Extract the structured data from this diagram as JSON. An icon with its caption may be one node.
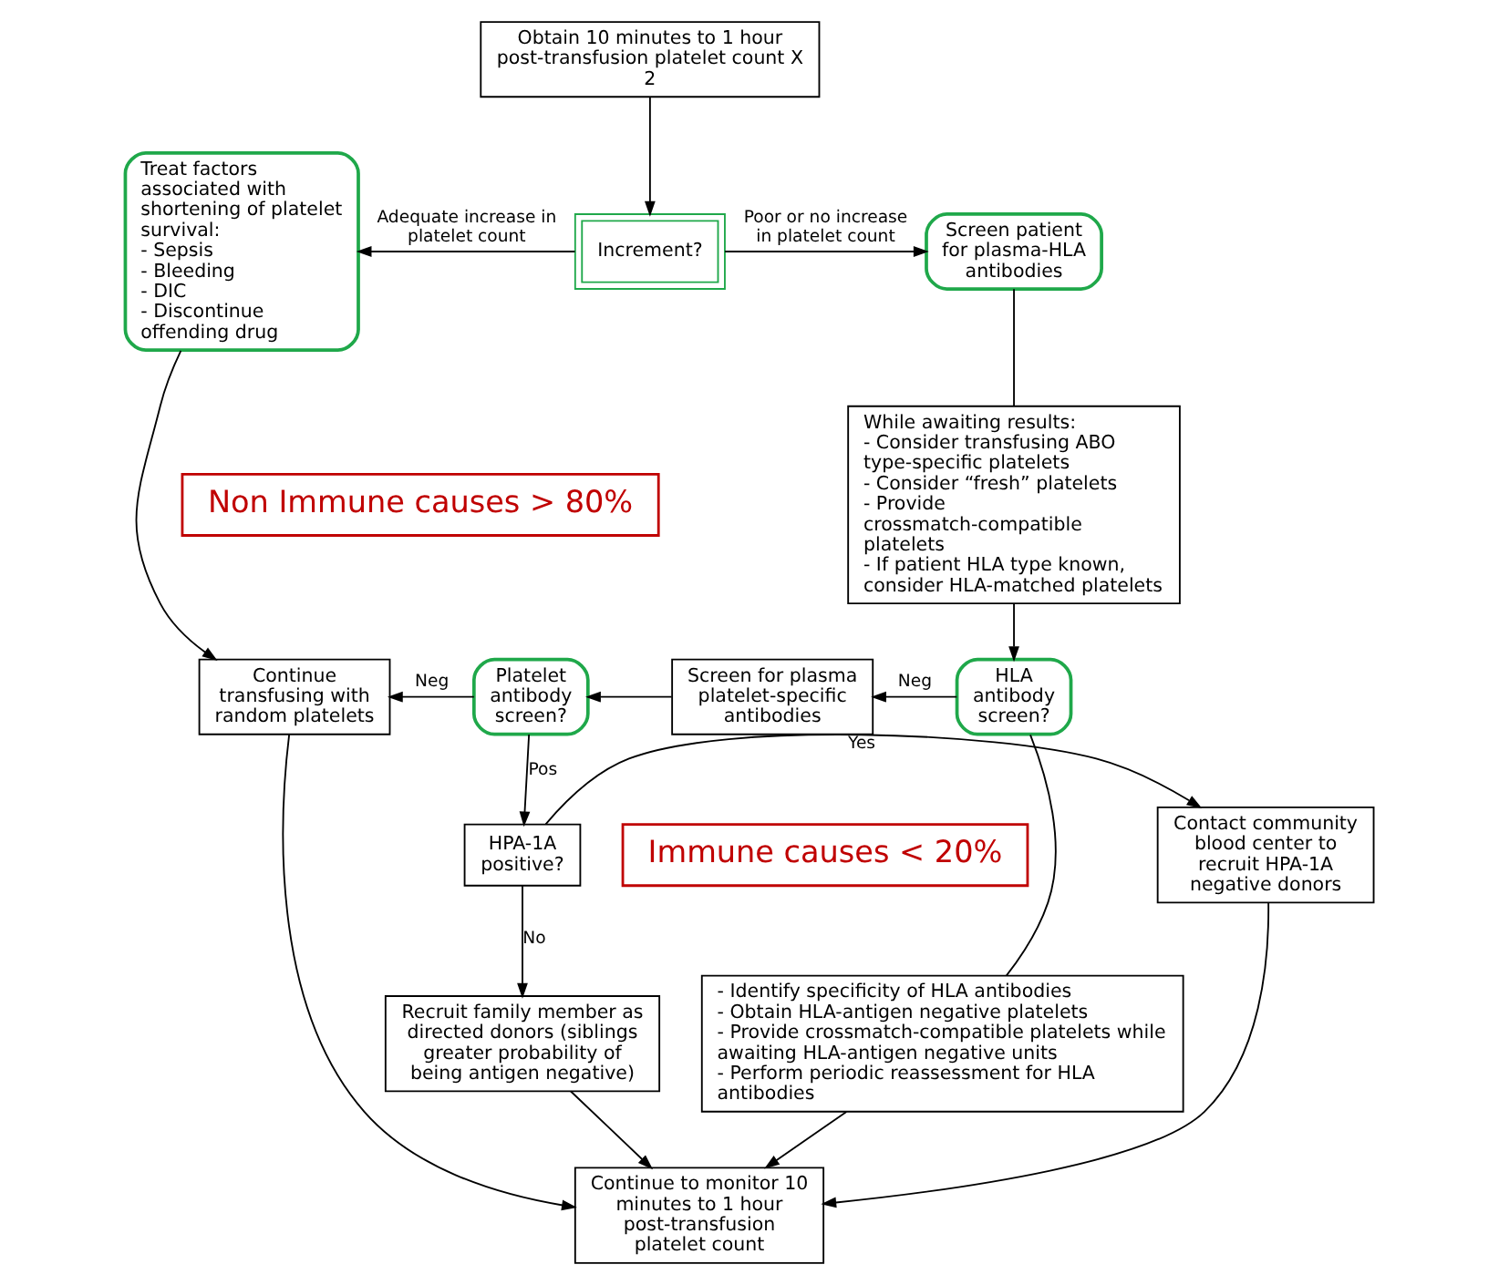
{
  "diagram": {
    "nodes": [
      {
        "text": [
          "Obtain 10 minutes to 1 hour post-transfusion platelet count X 2"
        ]
      },
      {
        "text": [
          "Increment?"
        ]
      },
      {
        "text": [
          "Treat factors associated with shortening of platelet survival:",
          "- Sepsis",
          "- Bleeding",
          "- DIC",
          "- Discontinue offending drug"
        ]
      },
      {
        "text": [
          "Screen patient for plasma-HLA antibodies"
        ]
      },
      {
        "text": [
          "Non Immune causes > 80%"
        ]
      },
      {
        "text": [
          "While awaiting results:",
          "- Consider transfusing ABO type-specific platelets",
          "- Consider “fresh” platelets",
          "- Provide crossmatch-compatible platelets",
          "- If patient HLA type known, consider HLA-matched platelets"
        ]
      },
      {
        "text": [
          "HLA antibody screen?"
        ]
      },
      {
        "text": [
          "Screen for plasma platelet-specific antibodies"
        ]
      },
      {
        "text": [
          "Platelet antibody screen?"
        ]
      },
      {
        "text": [
          "Continue transfusing with random platelets"
        ]
      },
      {
        "text": [
          "Immune causes < 20%"
        ]
      },
      {
        "text": [
          "- Identify specificity of HLA antibodies",
          "- Obtain HLA-antigen negative platelets",
          "- Provide crossmatch-compatible platelets while awaiting HLA-antigen negative units",
          "- Perform periodic reassessment for HLA antibodies"
        ]
      },
      {
        "text": [
          "HPA-1A positive?"
        ]
      },
      {
        "text": [
          "Contact community blood center to recruit HPA-1A negative donors"
        ]
      },
      {
        "text": [
          "Recruit family member as directed donors (siblings greater probability of being antigen negative)"
        ]
      },
      {
        "text": [
          "Continue to monitor 10 minutes to 1 hour post-transfusion platelet count"
        ]
      }
    ],
    "edges": [
      {
        "from": 0,
        "to": 1,
        "arrow": "to"
      },
      {
        "from": 1,
        "to": 2,
        "arrow": "to",
        "label": "Adequate increase in platelet count"
      },
      {
        "from": 1,
        "to": 3,
        "arrow": "to",
        "label": "Poor or no increase in platelet count"
      },
      {
        "from": 2,
        "to": 9,
        "arrow": "to"
      },
      {
        "from": 3,
        "to": 5,
        "arrow": "none"
      },
      {
        "from": 5,
        "to": 6,
        "arrow": "to"
      },
      {
        "from": 6,
        "to": 7,
        "arrow": "to",
        "label": "Neg"
      },
      {
        "from": 6,
        "to": 11,
        "arrow": "none"
      },
      {
        "from": 7,
        "to": 8,
        "arrow": "to"
      },
      {
        "from": 8,
        "to": 9,
        "arrow": "to",
        "label": "Neg"
      },
      {
        "from": 8,
        "to": 12,
        "arrow": "to",
        "label": "Pos"
      },
      {
        "from": 12,
        "to": 13,
        "arrow": "to",
        "label": "Yes"
      },
      {
        "from": 12,
        "to": 14,
        "arrow": "to",
        "label": "No"
      },
      {
        "from": 14,
        "to": 15,
        "arrow": "to"
      },
      {
        "from": 13,
        "to": 15,
        "arrow": "to"
      },
      {
        "from": 11,
        "to": 15,
        "arrow": "to"
      },
      {
        "from": 9,
        "to": 15,
        "arrow": "to"
      }
    ]
  }
}
